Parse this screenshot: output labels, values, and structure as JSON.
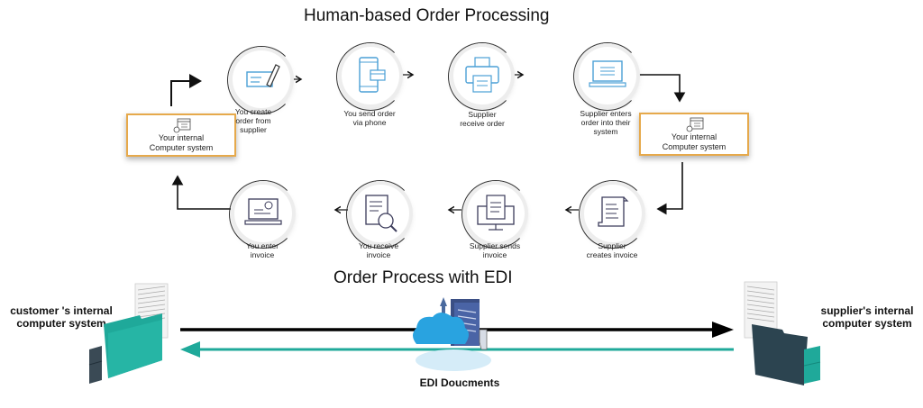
{
  "titles": {
    "human": "Human-based Order Processing",
    "edi": "Order Process with EDI"
  },
  "colors": {
    "box_border": "#e6a94b",
    "teal": "#1fa99a",
    "dark_folder": "#2c4450",
    "cloud_blue": "#29a3e0",
    "icon_blue": "#4a9fd6",
    "icon_dark": "#3b3b5a"
  },
  "systems": {
    "left_box": {
      "line1": "Your internal",
      "line2": "Computer system",
      "icon": "computer-window-gear-icon"
    },
    "right_box": {
      "line1": "Your internal",
      "line2": "Computer system",
      "icon": "computer-window-gear-icon"
    }
  },
  "top_steps": [
    {
      "line1": "You create",
      "line2": "order from",
      "line3": "supplier",
      "icon": "check-pen-icon"
    },
    {
      "line1": "You send order",
      "line2": "via phone",
      "line3": "",
      "icon": "phone-card-icon"
    },
    {
      "line1": "Supplier",
      "line2": "receive order",
      "line3": "",
      "icon": "printer-icon"
    },
    {
      "line1": "Supplier enters",
      "line2": "order into their",
      "line3": "system",
      "icon": "laptop-icon"
    }
  ],
  "bottom_steps": [
    {
      "line1": "Supplier",
      "line2": "creates invoice",
      "icon": "scroll-document-icon"
    },
    {
      "line1": "Supplier sends",
      "line2": "invoice",
      "icon": "monitor-document-icon"
    },
    {
      "line1": "You receive",
      "line2": "invoice",
      "icon": "document-magnifier-icon"
    },
    {
      "line1": "You enter",
      "line2": "invoice",
      "icon": "laptop-chart-icon"
    }
  ],
  "edi": {
    "customer_label_1": "customer 's internal",
    "customer_label_2": "computer system",
    "supplier_label_1": "supplier's internal",
    "supplier_label_2": "computer system",
    "documents_label": "EDI Doucments"
  }
}
